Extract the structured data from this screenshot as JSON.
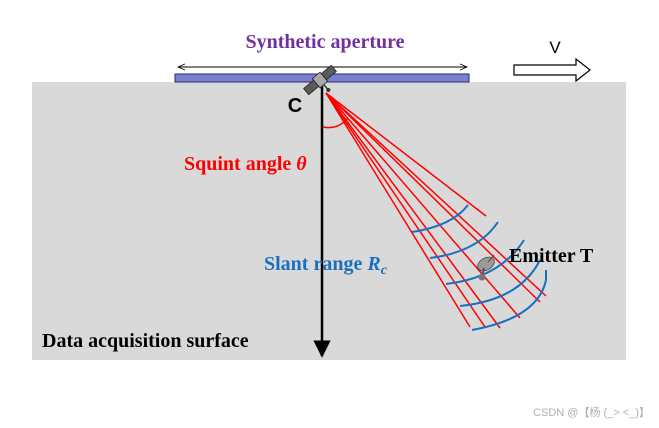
{
  "labels": {
    "synthetic_aperture": "Synthetic aperture",
    "velocity": "V",
    "center_point": "C",
    "squint_angle": "Squint angle ",
    "squint_symbol": "θ",
    "slant_range": "Slant range ",
    "slant_symbol": "R",
    "slant_subscript": "c",
    "emitter": "Emitter T",
    "surface": "Data acquisition surface",
    "watermark": "CSDN @【杨 (_>  <_)】"
  },
  "colors": {
    "aperture_label": "#7030a0",
    "aperture_bar": "#7b7fd0",
    "squint": "#ff0000",
    "slant": "#1a70c0",
    "beam": "#ff0000",
    "wavefront": "#1a70c0",
    "surface_bg": "#d9d9d9",
    "text": "#000000",
    "watermark": "#b0b0b0"
  },
  "icons": {
    "satellite": "satellite-icon",
    "emitter": "emitter-dish-icon",
    "velocity_arrow": "hollow-arrow-right-icon"
  }
}
